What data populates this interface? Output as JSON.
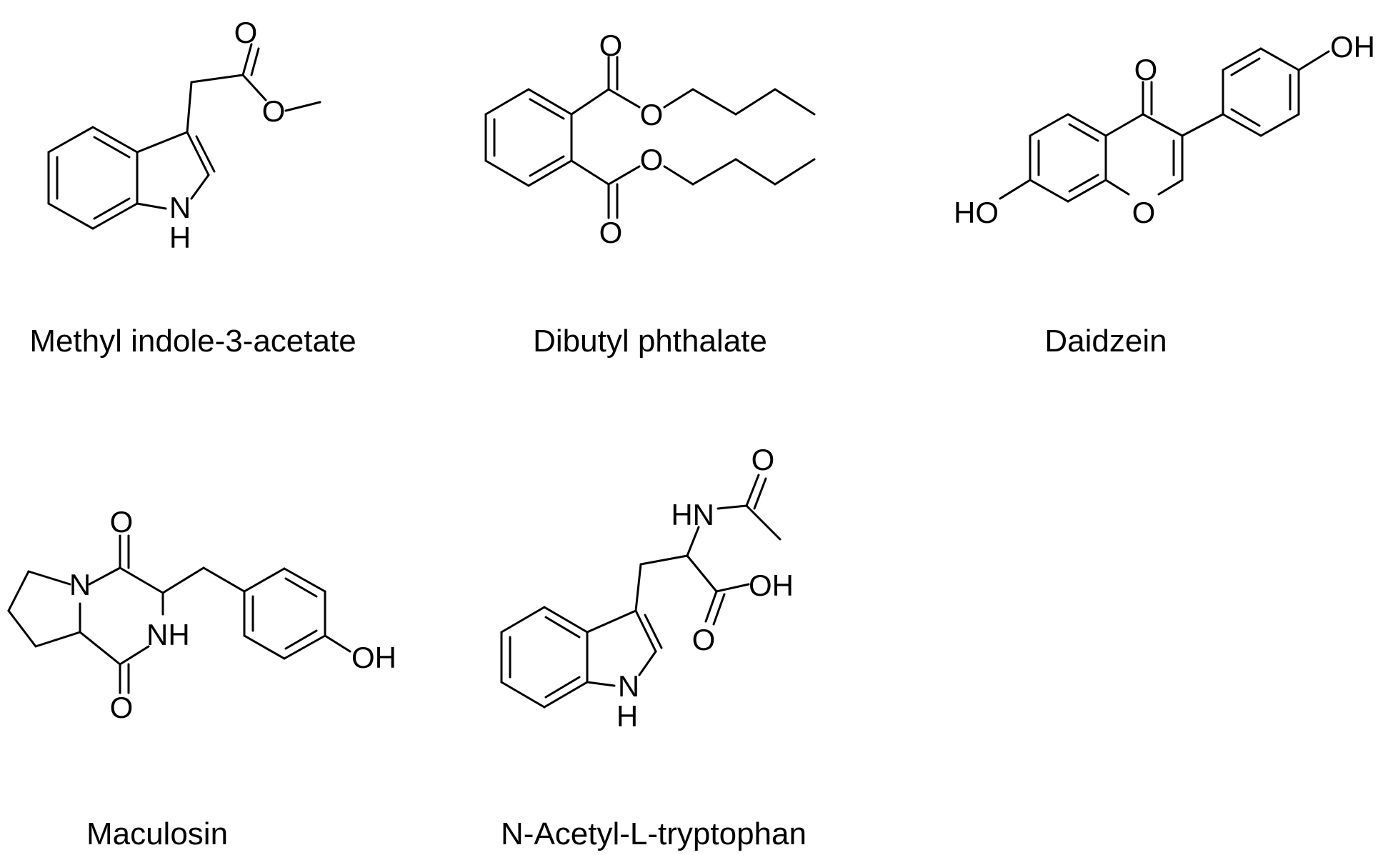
{
  "compounds": [
    {
      "name": "Methyl indole-3-acetate",
      "atoms": {
        "o1": "O",
        "o2": "O",
        "n": "N",
        "h": "H"
      }
    },
    {
      "name": "Dibutyl phthalate",
      "atoms": {
        "o1": "O",
        "o2": "O",
        "o3": "O",
        "o4": "O"
      }
    },
    {
      "name": "Daidzein",
      "atoms": {
        "oh1": "OH",
        "o_keto": "O",
        "o_ring": "O",
        "ho": "HO"
      }
    },
    {
      "name": "Maculosin",
      "atoms": {
        "o1": "O",
        "n": "N",
        "nh": "NH",
        "o2": "O",
        "oh": "OH"
      }
    },
    {
      "name": "N-Acetyl-L-tryptophan",
      "atoms": {
        "o1": "O",
        "hn": "HN",
        "oh": "OH",
        "o2": "O",
        "n": "N",
        "h": "H"
      }
    }
  ]
}
